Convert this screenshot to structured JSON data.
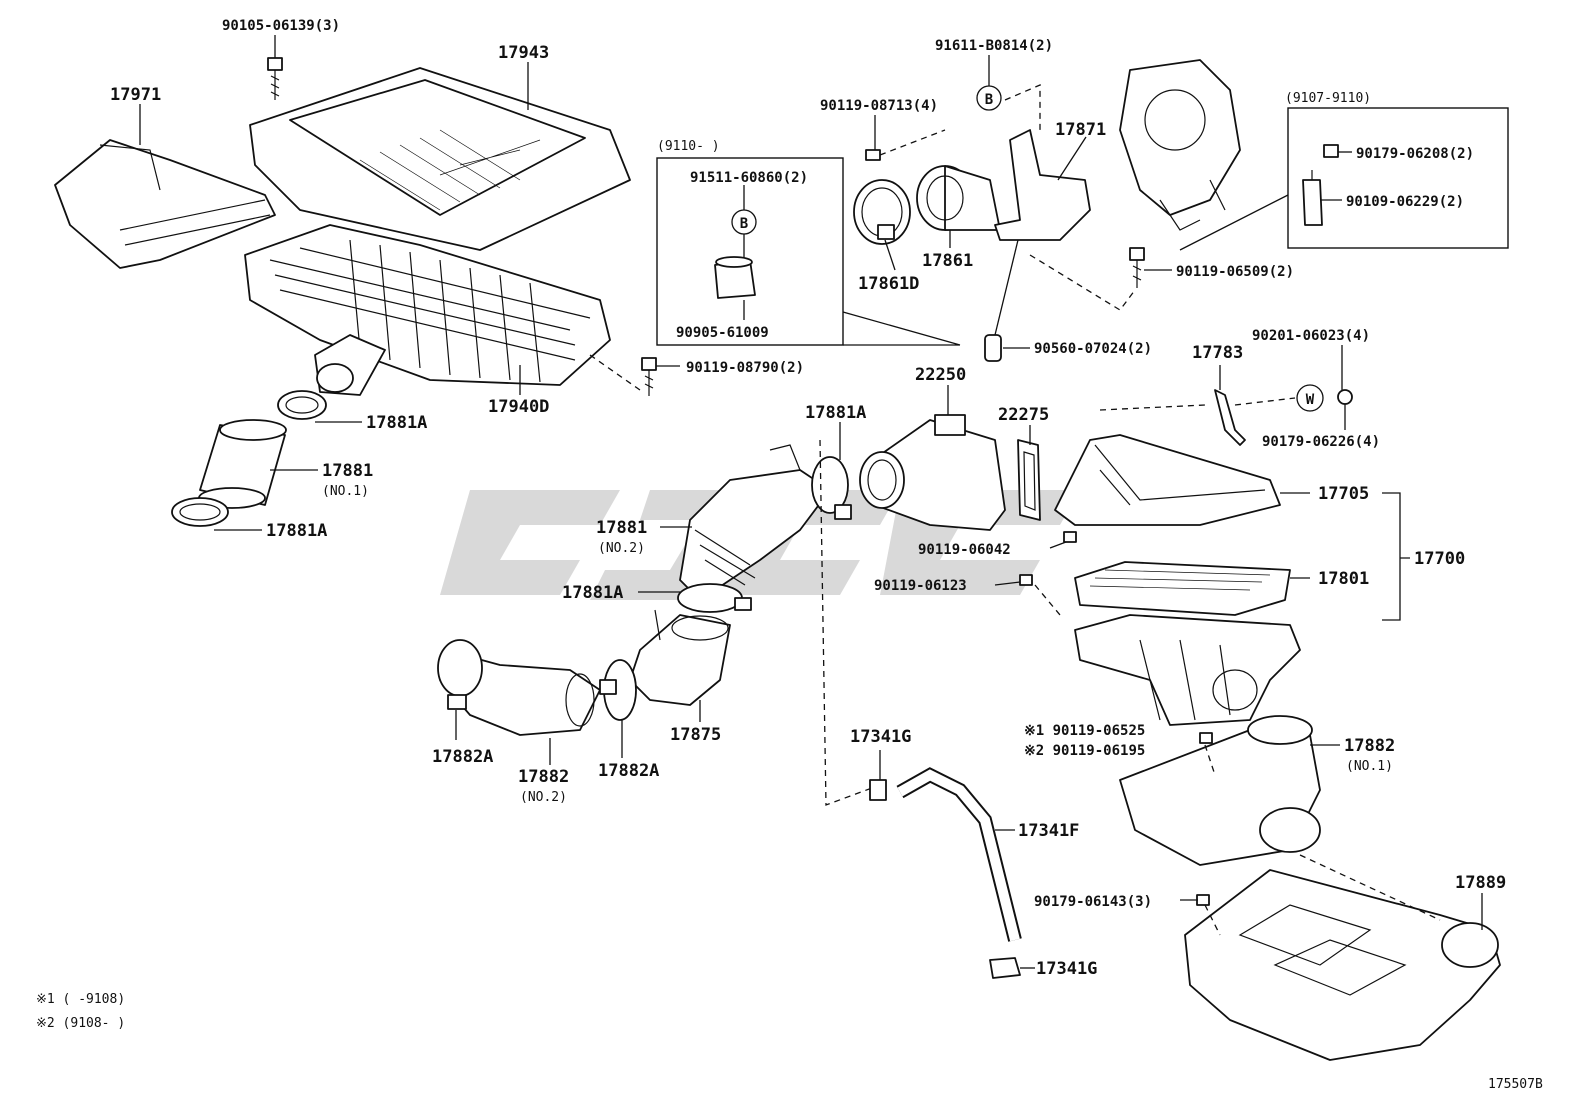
{
  "diagram_id": "175507B",
  "labels": {
    "p90105_06139": "90105-06139(3)",
    "p17943": "17943",
    "p17971": "17971",
    "p91611_b0814": "91611-B0814(2)",
    "p90119_08713": "90119-08713(4)",
    "p17871": "17871",
    "p9110_range": "(9110-      )",
    "p91511_60860": "91511-60860(2)",
    "p90905_61009": "90905-61009",
    "p17861": "17861",
    "p17861d": "17861D",
    "p9107_9110": "(9107-9110)",
    "p90179_06208": "90179-06208(2)",
    "p90109_06229": "90109-06229(2)",
    "p90119_06509": "90119-06509(2)",
    "p90560_07024": "90560-07024(2)",
    "p90201_06023": "90201-06023(4)",
    "p17783": "17783",
    "p90179_06226": "90179-06226(4)",
    "p90119_08790": "90119-08790(2)",
    "p17940d": "17940D",
    "p17881a_1": "17881A",
    "p17881_1": "17881",
    "p17881_no1": "(NO.1)",
    "p17881a_2": "17881A",
    "p22250": "22250",
    "p22275": "22275",
    "p17881a_3": "17881A",
    "p17705": "17705",
    "p17700": "17700",
    "p17801": "17801",
    "p17881_2": "17881",
    "p17881_no2": "(NO.2)",
    "p90119_06042": "90119-06042",
    "p90119_06123": "90119-06123",
    "p17881a_4": "17881A",
    "p17875": "17875",
    "p17882a_1": "17882A",
    "p17882_2": "17882",
    "p17882_no2": "(NO.2)",
    "p17882a_2": "17882A",
    "p17341g_1": "17341G",
    "p17341f": "17341F",
    "p17341g_2": "17341G",
    "p90119_06525": "※1 90119-06525",
    "p90119_06195": "※2 90119-06195",
    "p17882_1": "17882",
    "p17882_no1": "(NO.1)",
    "p90179_06143": "90179-06143(3)",
    "p17889": "17889"
  },
  "callouts": {
    "b1": "B",
    "b2": "B",
    "w": "W"
  },
  "footnotes": {
    "note1": "※1 (      -9108)",
    "note2": "※2 (9108-      )"
  },
  "colors": {
    "ink": "#111111",
    "watermark": "#d9d9d9",
    "background": "#ffffff"
  }
}
